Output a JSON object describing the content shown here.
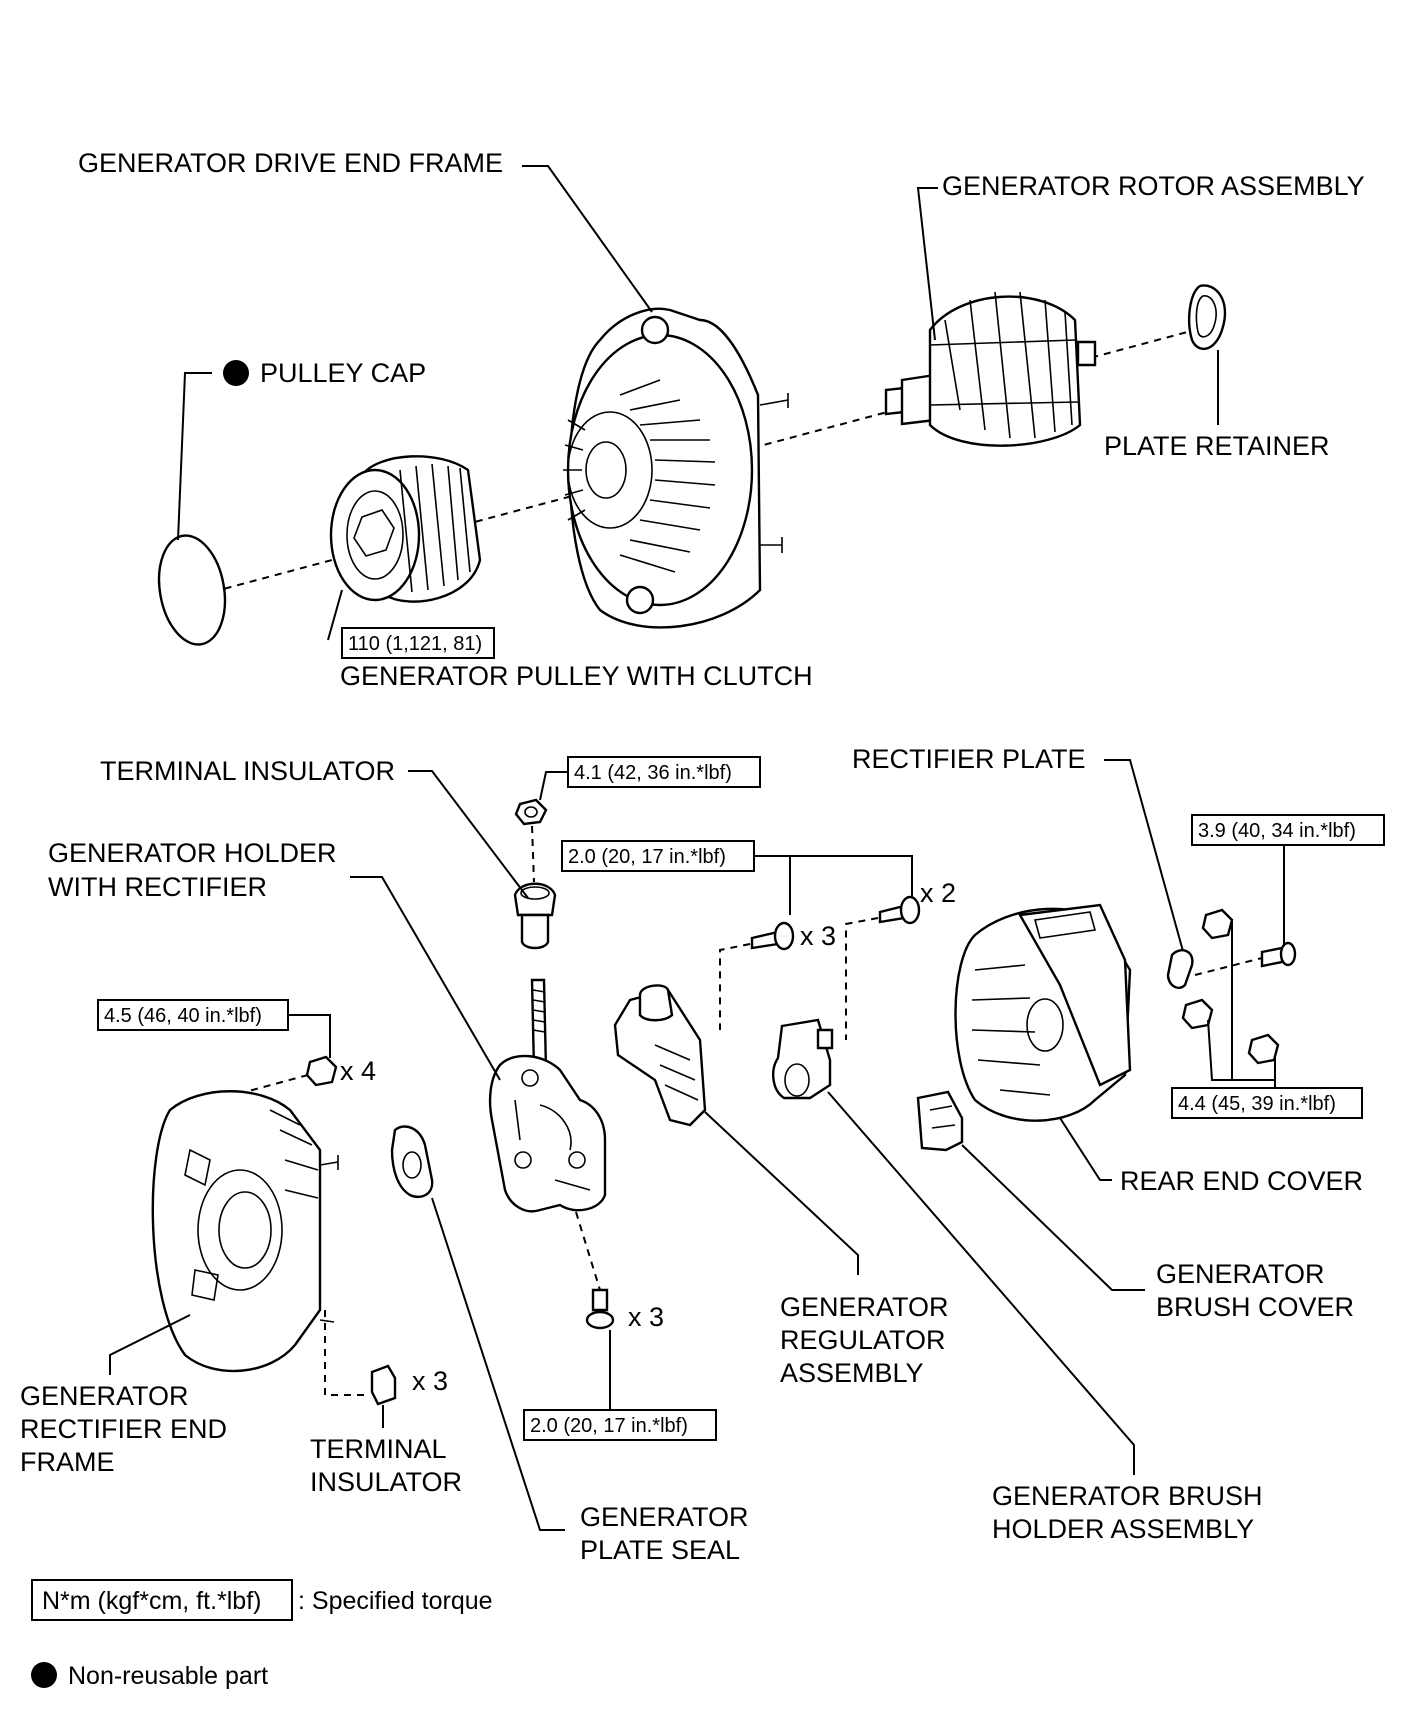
{
  "labels": {
    "drive_end_frame": "GENERATOR DRIVE END FRAME",
    "rotor_assembly": "GENERATOR ROTOR ASSEMBLY",
    "pulley_cap": "PULLEY CAP",
    "plate_retainer": "PLATE RETAINER",
    "pulley_with_clutch": "GENERATOR PULLEY WITH CLUTCH",
    "terminal_insulator_top": "TERMINAL INSULATOR",
    "holder_with_rectifier_1": "GENERATOR HOLDER",
    "holder_with_rectifier_2": "WITH RECTIFIER",
    "rectifier_plate": "RECTIFIER PLATE",
    "rear_end_cover": "REAR END COVER",
    "brush_cover_1": "GENERATOR",
    "brush_cover_2": "BRUSH COVER",
    "regulator_1": "GENERATOR",
    "regulator_2": "REGULATOR",
    "regulator_3": "ASSEMBLY",
    "rectifier_end_frame_1": "GENERATOR",
    "rectifier_end_frame_2": "RECTIFIER END",
    "rectifier_end_frame_3": "FRAME",
    "terminal_insulator_bottom_1": "TERMINAL",
    "terminal_insulator_bottom_2": "INSULATOR",
    "plate_seal_1": "GENERATOR",
    "plate_seal_2": "PLATE SEAL",
    "brush_holder_1": "GENERATOR BRUSH",
    "brush_holder_2": "HOLDER ASSEMBLY"
  },
  "torques": {
    "pulley": "110 (1,121, 81)",
    "terminal_nut": "4.1 (42, 36 in.*lbf)",
    "regulator_screws": "2.0 (20, 17 in.*lbf)",
    "rectifier_plate_bolt": "3.9 (40, 34 in.*lbf)",
    "rear_cover_nuts": "4.4 (45, 39 in.*lbf)",
    "end_frame_nuts": "4.5 (46, 40 in.*lbf)",
    "holder_screws": "2.0 (20, 17 in.*lbf)"
  },
  "quantities": {
    "x2": "x 2",
    "x3_regulator": "x 3",
    "x4": "x 4",
    "x3_holder": "x 3",
    "x3_insulator": "x 3"
  },
  "legend": {
    "torque_units": "N*m (kgf*cm, ft.*lbf)",
    "torque_desc": ": Specified torque",
    "non_reusable": "Non-reusable part"
  }
}
